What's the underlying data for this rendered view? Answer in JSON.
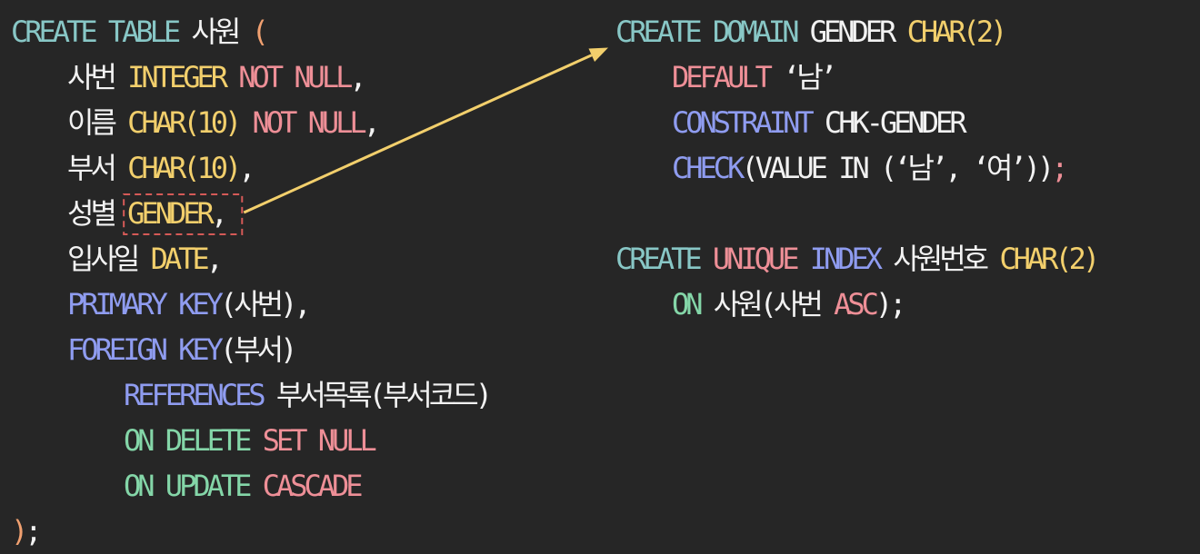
{
  "palette": {
    "text": "#f2f2f2",
    "teal": "#88c7c6",
    "yellow": "#f2cf6c",
    "pink": "#ee8f97",
    "blue": "#8f9cf0",
    "green": "#84d6a8",
    "orange": "#f0a070",
    "arrow": "#f2cf6c",
    "highlight-box": "#d55a57"
  },
  "left_code": [
    {
      "indent": 0,
      "tokens": [
        {
          "t": "CREATE TABLE ",
          "c": "teal"
        },
        {
          "t": "사원 ",
          "c": "text"
        },
        {
          "t": "(",
          "c": "orange"
        }
      ]
    },
    {
      "indent": 2,
      "tokens": [
        {
          "t": "사번 ",
          "c": "text"
        },
        {
          "t": "INTEGER ",
          "c": "yellow"
        },
        {
          "t": "NOT NULL",
          "c": "pink"
        },
        {
          "t": ",",
          "c": "text"
        }
      ]
    },
    {
      "indent": 2,
      "tokens": [
        {
          "t": "이름 ",
          "c": "text"
        },
        {
          "t": "CHAR(10) ",
          "c": "yellow"
        },
        {
          "t": "NOT NULL",
          "c": "pink"
        },
        {
          "t": ",",
          "c": "text"
        }
      ]
    },
    {
      "indent": 2,
      "tokens": [
        {
          "t": "부서 ",
          "c": "text"
        },
        {
          "t": "CHAR(10)",
          "c": "yellow"
        },
        {
          "t": ",",
          "c": "text"
        }
      ]
    },
    {
      "indent": 2,
      "tokens": [
        {
          "t": "성별 ",
          "c": "text"
        },
        {
          "t": "GENDER",
          "c": "yellow",
          "box": true
        },
        {
          "t": ", ",
          "c": "text",
          "box": true
        }
      ]
    },
    {
      "indent": 2,
      "tokens": [
        {
          "t": "입사일 ",
          "c": "text"
        },
        {
          "t": "DATE",
          "c": "yellow"
        },
        {
          "t": ",",
          "c": "text"
        }
      ]
    },
    {
      "indent": 2,
      "tokens": [
        {
          "t": "PRIMARY KEY",
          "c": "blue"
        },
        {
          "t": "(사번),",
          "c": "text"
        }
      ]
    },
    {
      "indent": 2,
      "tokens": [
        {
          "t": "FOREIGN KEY",
          "c": "blue"
        },
        {
          "t": "(부서)",
          "c": "text"
        }
      ]
    },
    {
      "indent": 4,
      "tokens": [
        {
          "t": "REFERENCES ",
          "c": "blue"
        },
        {
          "t": "부서목록(부서코드)",
          "c": "text"
        }
      ]
    },
    {
      "indent": 4,
      "tokens": [
        {
          "t": "ON DELETE ",
          "c": "green"
        },
        {
          "t": "SET NULL",
          "c": "pink"
        }
      ]
    },
    {
      "indent": 4,
      "tokens": [
        {
          "t": "ON UPDATE ",
          "c": "green"
        },
        {
          "t": "CASCADE",
          "c": "pink"
        }
      ]
    },
    {
      "indent": 0,
      "tokens": [
        {
          "t": ")",
          "c": "orange"
        },
        {
          "t": ";",
          "c": "text"
        }
      ]
    }
  ],
  "right_code": [
    {
      "indent": 0,
      "tokens": [
        {
          "t": "CREATE DOMAIN ",
          "c": "teal"
        },
        {
          "t": "GENDER ",
          "c": "text"
        },
        {
          "t": "CHAR(2)",
          "c": "yellow"
        }
      ]
    },
    {
      "indent": 2,
      "tokens": [
        {
          "t": "DEFAULT ",
          "c": "pink"
        },
        {
          "t": "‘남’",
          "c": "text"
        }
      ]
    },
    {
      "indent": 2,
      "tokens": [
        {
          "t": "CONSTRAINT ",
          "c": "blue"
        },
        {
          "t": "CHK-GENDER",
          "c": "text"
        }
      ]
    },
    {
      "indent": 2,
      "tokens": [
        {
          "t": "CHECK",
          "c": "blue"
        },
        {
          "t": "(VALUE IN (‘남’, ‘여’))",
          "c": "text"
        },
        {
          "t": ";",
          "c": "pink"
        }
      ]
    },
    {
      "indent": 0,
      "tokens": []
    },
    {
      "indent": 0,
      "tokens": [
        {
          "t": "CREATE ",
          "c": "teal"
        },
        {
          "t": "UNIQUE ",
          "c": "pink"
        },
        {
          "t": "INDEX ",
          "c": "blue"
        },
        {
          "t": "사원번호 ",
          "c": "text"
        },
        {
          "t": "CHAR(2)",
          "c": "yellow"
        }
      ]
    },
    {
      "indent": 2,
      "tokens": [
        {
          "t": "ON ",
          "c": "green"
        },
        {
          "t": "사원(사번 ",
          "c": "text"
        },
        {
          "t": "ASC",
          "c": "pink"
        },
        {
          "t": ");",
          "c": "text"
        }
      ]
    }
  ]
}
